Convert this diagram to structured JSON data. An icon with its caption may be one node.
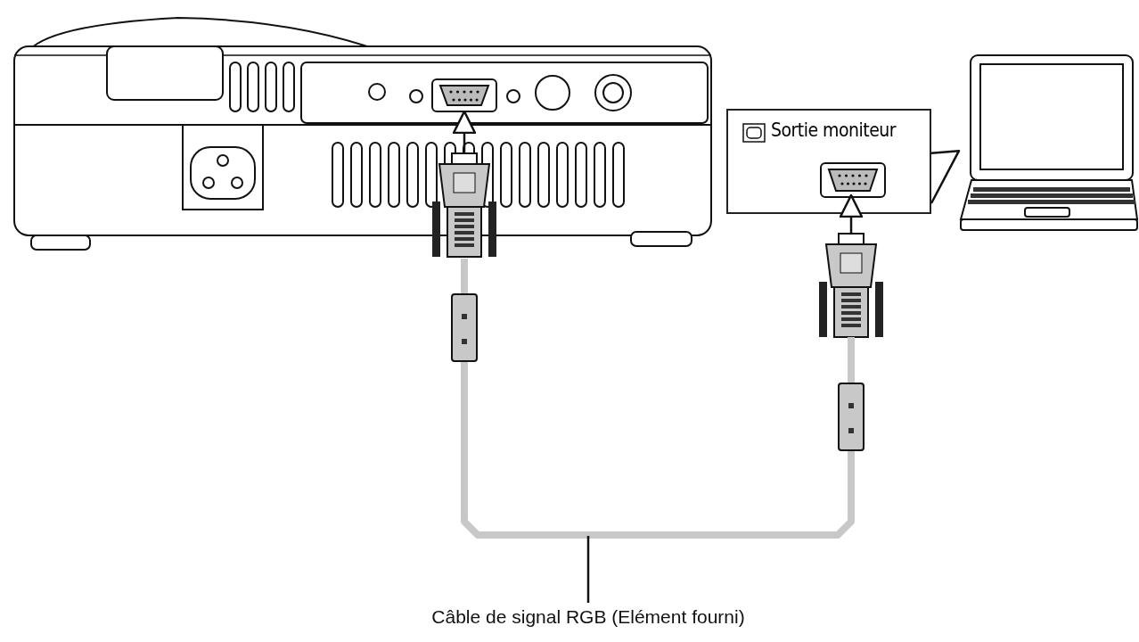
{
  "diagram": {
    "nodes": [
      {
        "text": [],
        "shape": "picture"
      },
      {
        "text": [],
        "shape": "box",
        "in": 0
      },
      {
        "text": [
          "Sortie moniteur"
        ]
      },
      {
        "text": [],
        "shape": "box",
        "in": 2
      },
      {
        "text": [],
        "shape": "picture"
      },
      {
        "text": [],
        "shape": "picture"
      },
      {
        "text": [],
        "shape": "picture"
      },
      {
        "text": [
          "Câble de signal RGB (Elément fourni)"
        ]
      }
    ],
    "edges": [
      {
        "from": 5,
        "to": 1,
        "arrow": "to"
      },
      {
        "from": 6,
        "to": 3,
        "arrow": "to"
      },
      {
        "from": 2,
        "to": 4,
        "arrow": "none"
      },
      {
        "from": 5,
        "to": 6,
        "arrow": "none",
        "style": "thick",
        "color": "#c8c8c8"
      },
      {
        "from": 7,
        "to": null,
        "arrow": "none"
      }
    ]
  }
}
